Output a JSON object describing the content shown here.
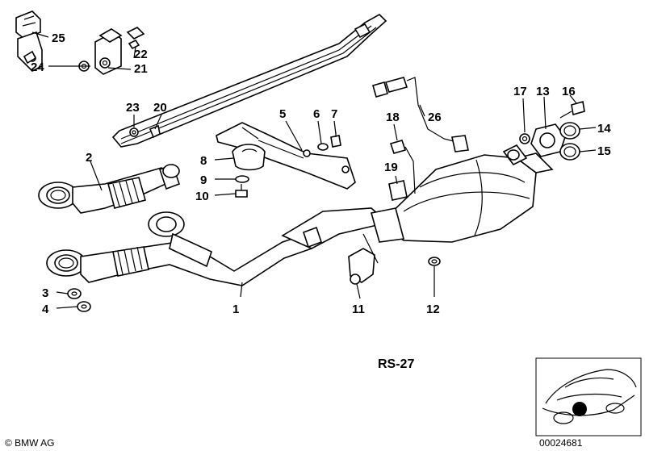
{
  "diagram": {
    "reference_code": "RS-27",
    "copyright": "© BMW AG",
    "image_number": "00024681",
    "part_numbers": [
      "1",
      "2",
      "3",
      "4",
      "5",
      "6",
      "7",
      "8",
      "9",
      "10",
      "11",
      "12",
      "13",
      "14",
      "15",
      "16",
      "17",
      "18",
      "19",
      "20",
      "21",
      "22",
      "23",
      "24",
      "25",
      "26"
    ]
  }
}
